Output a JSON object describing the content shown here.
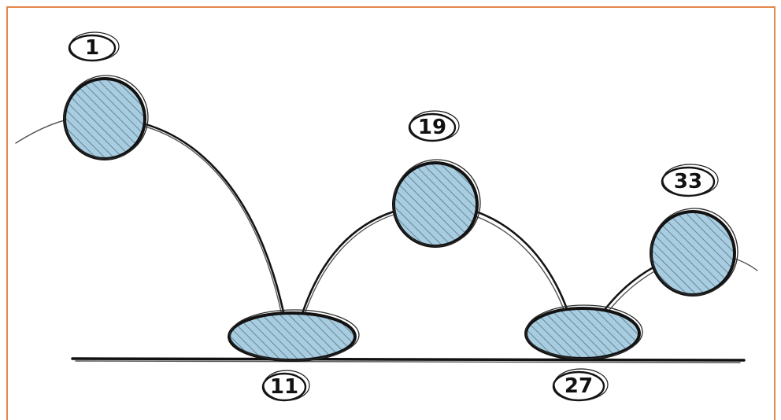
{
  "diagram": {
    "frames": [
      {
        "label": "1",
        "shape": "round"
      },
      {
        "label": "11",
        "shape": "squashed"
      },
      {
        "label": "19",
        "shape": "round"
      },
      {
        "label": "27",
        "shape": "squashed"
      },
      {
        "label": "33",
        "shape": "round"
      }
    ],
    "colors": {
      "border": "#e2874b",
      "ball_fill": "#a9cde0",
      "ink": "#121212",
      "background": "#ffffff"
    }
  }
}
